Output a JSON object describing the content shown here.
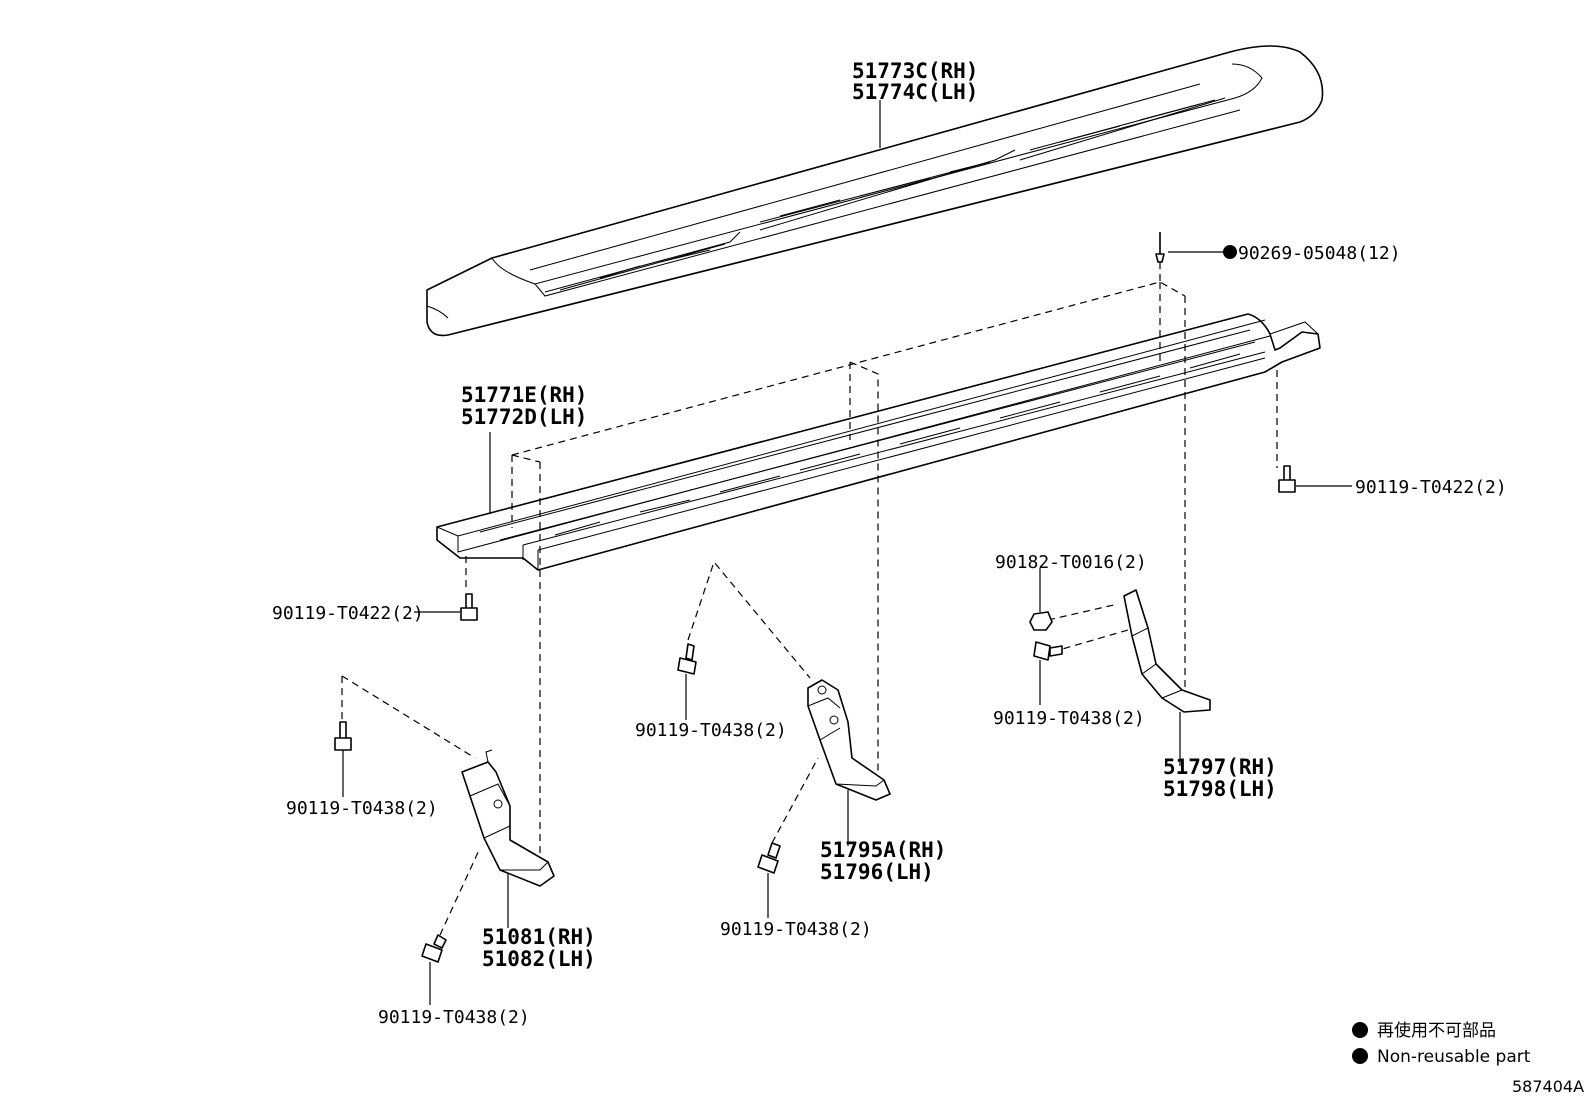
{
  "labels": {
    "step_cover_rh": "51773C(RH)",
    "step_cover_lh": "51774C(LH)",
    "clip": "90269-05048(12)",
    "step_rh": "51771E(RH)",
    "step_lh": "51772D(LH)",
    "bolt_right_end": "90119-T0422(2)",
    "bolt_left_end": "90119-T0422(2)",
    "nut_rear": "90182-T0016(2)",
    "bolt_rear": "90119-T0438(2)",
    "bracket_rear_rh": "51797(RH)",
    "bracket_rear_lh": "51798(LH)",
    "bolt_center_upper": "90119-T0438(2)",
    "bracket_center_rh": "51795A(RH)",
    "bracket_center_lh": "51796(LH)",
    "bolt_center_lower": "90119-T0438(2)",
    "bolt_front_upper": "90119-T0438(2)",
    "bracket_front_rh": "51081(RH)",
    "bracket_front_lh": "51082(LH)",
    "bolt_front_lower": "90119-T0438(2)"
  },
  "legend": {
    "jp": "再使用不可部品",
    "en": "Non-reusable part"
  },
  "diagram_code": "587404A"
}
